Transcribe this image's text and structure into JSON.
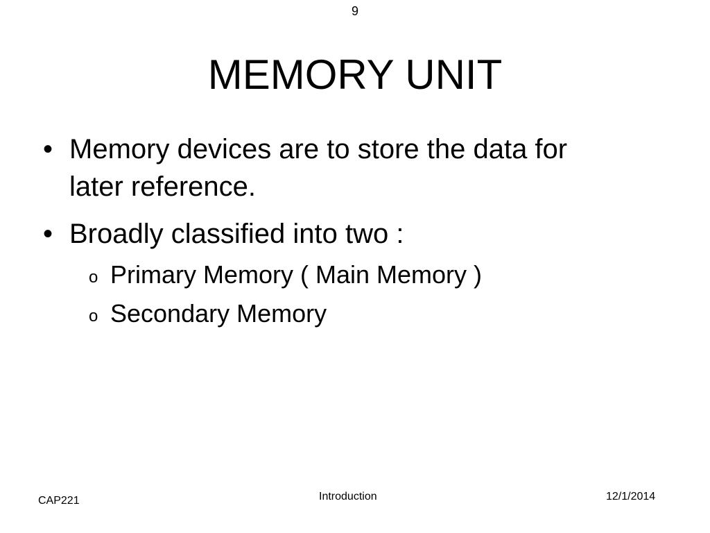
{
  "slide": {
    "number": "9",
    "title": "MEMORY UNIT",
    "bullets": [
      {
        "marker": "•",
        "line1": "Memory devices are to store the data for",
        "line2": "later reference."
      },
      {
        "marker": "•",
        "line1": "Broadly classified into two :"
      }
    ],
    "sub_bullets": [
      {
        "marker": "o",
        "text": "Primary Memory ( Main Memory )"
      },
      {
        "marker": "o",
        "text": "Secondary Memory"
      }
    ]
  },
  "footer": {
    "left": "CAP221",
    "center": "Introduction",
    "right": "12/1/2014"
  }
}
